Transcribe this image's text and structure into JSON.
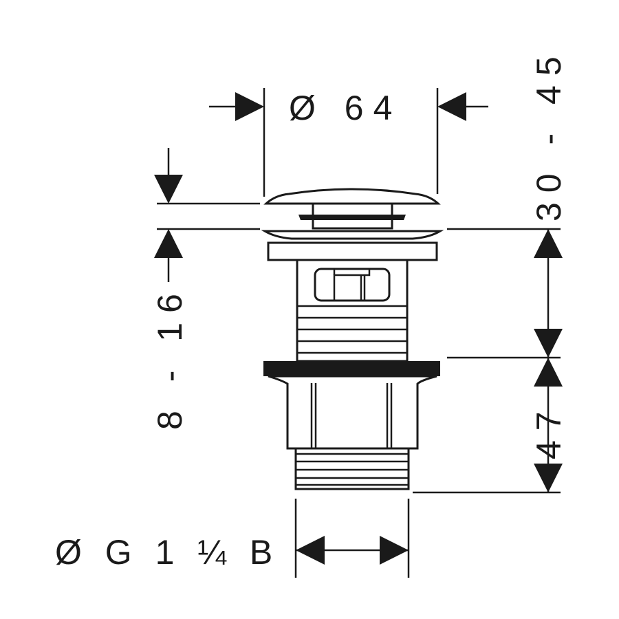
{
  "drawing": {
    "labels": {
      "diameter_top": "Ø 64",
      "height_range_right": "30 - 45",
      "height_lower_right": "47",
      "height_range_left": "8 - 16",
      "thread_size": "Ø G 1 ¼ B"
    },
    "colors": {
      "line": "#1a1a1a",
      "background": "#ffffff"
    }
  }
}
